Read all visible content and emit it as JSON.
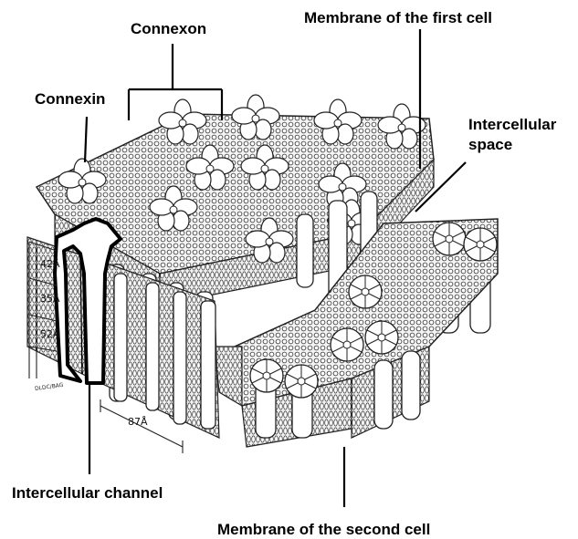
{
  "labels": {
    "connexon": "Connexon",
    "connexin": "Connexin",
    "membrane_first": "Membrane of the first cell",
    "intercellular_space_line1": "Intercellular",
    "intercellular_space_line2": "space",
    "intercellular_channel": "Intercellular channel",
    "membrane_second": "Membrane of the second cell"
  },
  "measurements": {
    "a42": "42Å",
    "a35": "35Å",
    "a52": "52Å",
    "a87": "87Å"
  },
  "signature": "DLDC/BAG"
}
